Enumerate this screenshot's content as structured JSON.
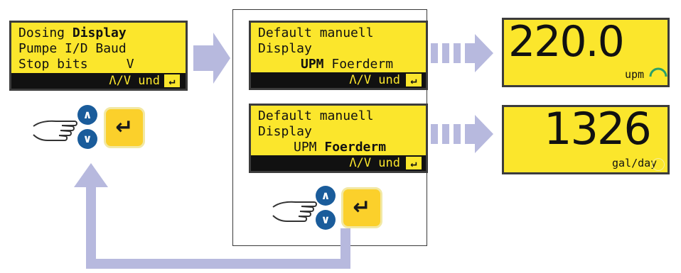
{
  "menu_display": {
    "line1_a": "Dosing ",
    "line1_b": "Display",
    "line2": "Pumpe I/D Baud",
    "line3": "Stop bits     V",
    "bar": "Λ/V und"
  },
  "default_display_upm": {
    "line1": "Default manuell",
    "line2": "Display",
    "line3_a": "UPM",
    "line3_b": " Foerderm",
    "bar": "Λ/V und"
  },
  "default_display_foerderm": {
    "line1": "Default manuell",
    "line2": "Display",
    "line3_a": "UPM ",
    "line3_b": "Foerderm",
    "bar": "Λ/V und"
  },
  "result_upm": {
    "value": "220.0",
    "unit": "upm"
  },
  "result_flow": {
    "value": "1326",
    "unit": "gal/day"
  },
  "keys": {
    "up_glyph": "∧",
    "down_glyph": "∨",
    "enter_glyph": "↵"
  },
  "colors": {
    "lcd_background": "#fbe62c",
    "arrow": "#b7b9de",
    "nav_button": "#1a5c9b",
    "enter_button": "#fbd02b"
  }
}
